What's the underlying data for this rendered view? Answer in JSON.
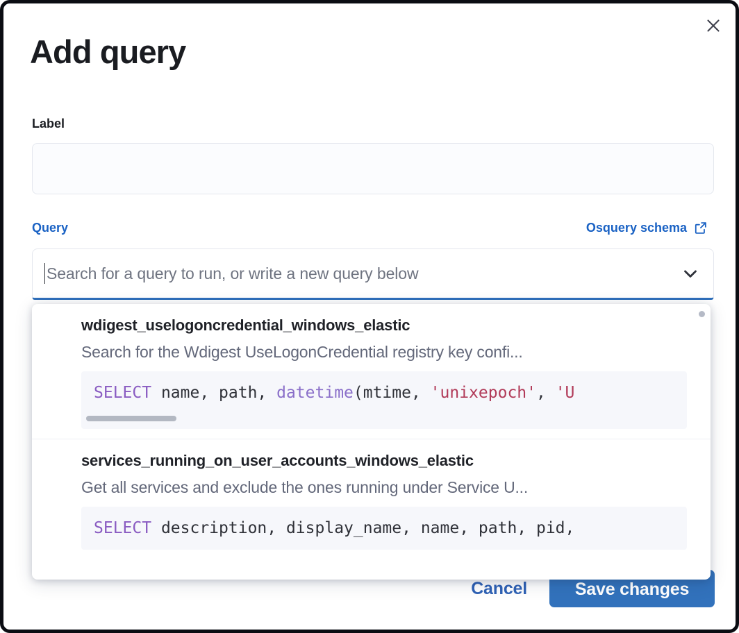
{
  "modal": {
    "title": "Add query",
    "close_icon": "close-icon"
  },
  "label_field": {
    "label": "Label",
    "value": "",
    "placeholder": ""
  },
  "query_section": {
    "label": "Query",
    "schema_link": "Osquery schema",
    "schema_link_icon": "external-link-icon",
    "combo": {
      "placeholder": "Search for a query to run, or write a new query below",
      "value": "",
      "chevron_icon": "chevron-down-icon"
    }
  },
  "dropdown": {
    "options": [
      {
        "title": "wdigest_uselogoncredential_windows_elastic",
        "description": "Search for the Wdigest UseLogonCredential registry key confi...",
        "code": [
          {
            "t": "SELECT",
            "c": "kw"
          },
          {
            "t": " name, path, ",
            "c": "pl"
          },
          {
            "t": "datetime",
            "c": "fn"
          },
          {
            "t": "(mtime, ",
            "c": "pl"
          },
          {
            "t": "'unixepoch'",
            "c": "str"
          },
          {
            "t": ", ",
            "c": "pl"
          },
          {
            "t": "'U",
            "c": "str"
          }
        ],
        "has_scrollbar": true
      },
      {
        "title": "services_running_on_user_accounts_windows_elastic",
        "description": "Get all services and exclude the ones running under Service U...",
        "code": [
          {
            "t": "SELECT",
            "c": "kw"
          },
          {
            "t": " description, display_name, name, path, pid,",
            "c": "pl"
          }
        ],
        "has_scrollbar": false
      }
    ]
  },
  "footer": {
    "cancel_label": "Cancel",
    "save_label": "Save changes"
  },
  "colors": {
    "accent_blue": "#1a62c4",
    "primary_button": "#3272bc",
    "focus_underline": "#2f6fbb",
    "sql_keyword": "#8a5cc2",
    "sql_string": "#b13a58"
  }
}
